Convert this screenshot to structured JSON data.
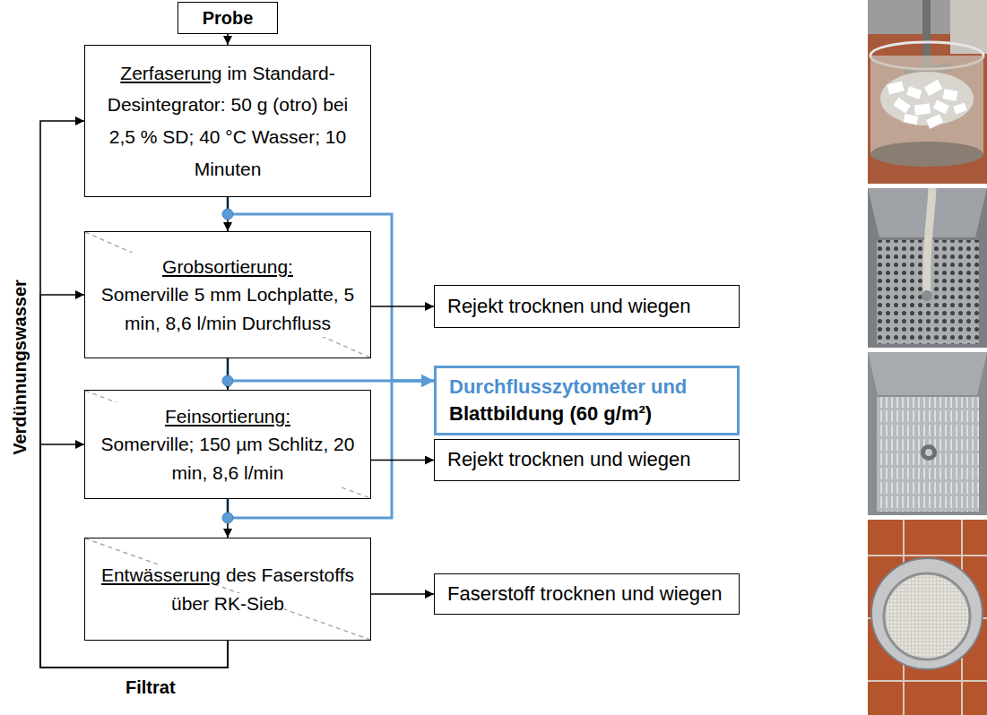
{
  "diagram": {
    "nodes": [
      {
        "text": [
          "Probe"
        ]
      },
      {
        "text": [
          "Zerfaserung",
          "im Standard-Desintegrator: 50 g (otro) bei 2,5 % SD; 40 °C Wasser; 10 Minuten"
        ]
      },
      {
        "text": [
          "Grobsortierung:",
          "Somerville 5 mm Lochplatte, 5 min, 8,6 l/min Durchfluss"
        ]
      },
      {
        "text": [
          "Rejekt trocknen und wiegen"
        ]
      },
      {
        "text": [
          "Durchflusszytometer und",
          "Blattbildung (60 g/m²)"
        ]
      },
      {
        "text": [
          "Feinsortierung:",
          "Somerville; 150 µm Schlitz, 20 min, 8,6 l/min"
        ]
      },
      {
        "text": [
          "Rejekt trocknen und wiegen"
        ]
      },
      {
        "text": [
          "Entwässerung",
          "des Faserstoffs über RK-Sieb"
        ]
      },
      {
        "text": [
          "Faserstoff trocknen und wiegen"
        ]
      }
    ],
    "edges": [
      {
        "from": 1,
        "to": 4,
        "arrow": "to"
      },
      {
        "from": 2,
        "to": 4,
        "arrow": "to"
      },
      {
        "from": 5,
        "to": 4,
        "arrow": "to"
      },
      {
        "from": 0,
        "to": 1,
        "arrow": "to"
      },
      {
        "from": 1,
        "to": 2,
        "arrow": "to"
      },
      {
        "from": 2,
        "to": 3,
        "arrow": "to"
      },
      {
        "from": 2,
        "to": 5,
        "arrow": "to"
      },
      {
        "from": 5,
        "to": 6,
        "arrow": "to"
      },
      {
        "from": 5,
        "to": 7,
        "arrow": "to"
      },
      {
        "from": 7,
        "to": 8,
        "arrow": "to"
      },
      {
        "from": 7,
        "to": 1,
        "arrow": "to"
      },
      {
        "from": 7,
        "to": 2,
        "arrow": "to"
      },
      {
        "from": 7,
        "to": 5,
        "arrow": "to"
      }
    ],
    "labels": [
      "Verdünnungswasser",
      "Filtrat"
    ]
  }
}
